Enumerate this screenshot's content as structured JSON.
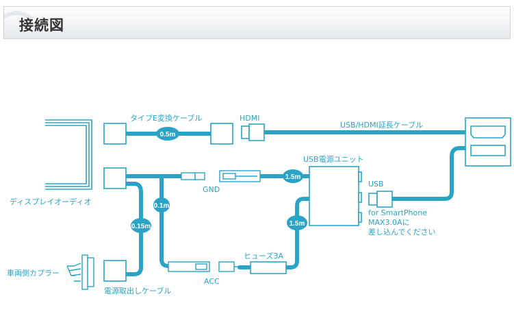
{
  "header": {
    "title": "接続図"
  },
  "colors": {
    "accent": "#2aa3c6",
    "title_text": "#333333"
  },
  "labels": {
    "typee_cable": "タイプE変換ケーブル",
    "hdmi": "HDMI",
    "usb_hdmi_ext": "USB/HDMI延長ケーブル",
    "usb_power_unit": "USB電源ユニット",
    "display_audio": "ディスプレイオーディオ",
    "gnd": "GND",
    "usb": "USB",
    "smartphone_1": "for SmartPhone",
    "smartphone_2": "MAX3.0Aに",
    "smartphone_3": "差し込んでください",
    "fuse": "ヒューズ3A",
    "acc": "ACC",
    "vehicle_coupler": "車両側カプラー",
    "power_takeout_cable": "電源取出しケーブル"
  },
  "lengths": {
    "typee": "0.5m",
    "gnd_unit": "1.5m",
    "acc_branch": "0.1m",
    "coupler_branch": "0.15m",
    "fuse_unit": "1.5m"
  }
}
